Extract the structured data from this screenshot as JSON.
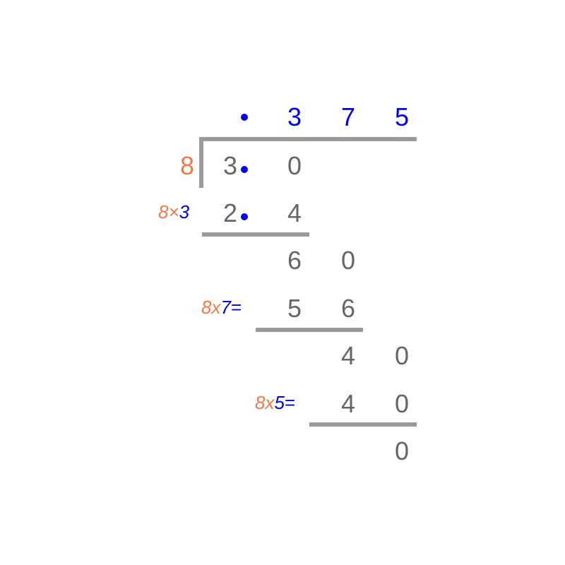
{
  "colors": {
    "quotient": "#0000ee",
    "divisor": "#f4794a",
    "digits": "#666666",
    "lines": "#9a9a9a"
  },
  "quotient": {
    "digits": [
      "3",
      "7",
      "5"
    ],
    "has_decimal_point": true
  },
  "divisor": "8",
  "dividend": {
    "digits": [
      "3",
      "0"
    ],
    "has_decimal_point": true
  },
  "steps": [
    {
      "factor": "8",
      "op": "×",
      "multiplier": "3",
      "equals": "",
      "product": [
        "2",
        "4"
      ],
      "product_has_decimal_point": true,
      "remainder": [
        "6",
        "0"
      ]
    },
    {
      "factor": "8",
      "op": "x",
      "multiplier": "7",
      "equals": "=",
      "product": [
        "5",
        "6"
      ],
      "remainder": [
        "4",
        "0"
      ]
    },
    {
      "factor": "8",
      "op": "x",
      "multiplier": "5",
      "equals": "=",
      "product": [
        "4",
        "0"
      ],
      "remainder": [
        "0"
      ]
    }
  ]
}
